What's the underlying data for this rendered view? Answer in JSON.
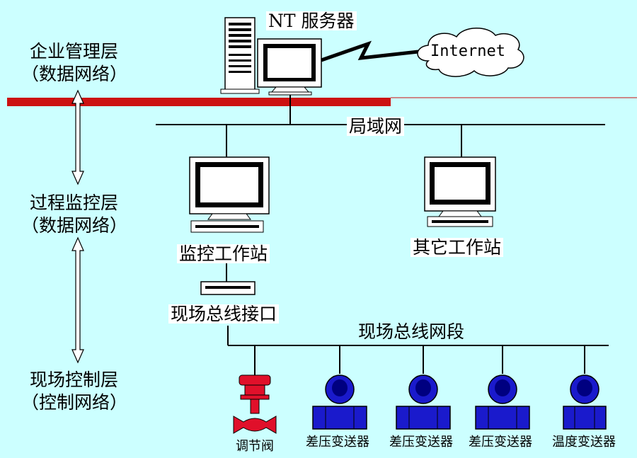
{
  "layers": {
    "enterprise": {
      "title": "企业管理层",
      "sub": "（数据网络）"
    },
    "supervisory": {
      "title": "过程监控层",
      "sub": "（数据网络）"
    },
    "field": {
      "title": "现场控制层",
      "sub": "（控制网络）"
    }
  },
  "nodes": {
    "nt_server": "NT 服务器",
    "internet": "Internet",
    "lan": "局域网",
    "monitor_ws": "监控工作站",
    "other_ws": "其它工作站",
    "fieldbus_interface": "现场总线接口",
    "fieldbus_segment": "现场总线网段"
  },
  "devices": {
    "valve": "调节阀",
    "dp_tx_1": "差压变送器",
    "dp_tx_2": "差压变送器",
    "dp_tx_3": "差压变送器",
    "temp_tx": "温度变送器"
  },
  "colors": {
    "background": "#ccffff",
    "red_bus": "#cc1111",
    "transmitter": "#1a1acc",
    "valve": "#e0102a",
    "line": "#000000"
  }
}
